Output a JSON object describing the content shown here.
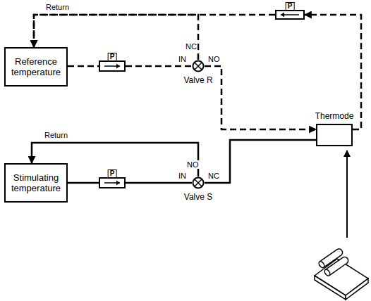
{
  "diagram": {
    "nodes": [
      {
        "text": [
          "P"
        ]
      },
      {
        "text": [
          "Reference temperature"
        ]
      },
      {
        "text": [
          "P"
        ]
      },
      {
        "text": [
          "Valve R"
        ]
      },
      {
        "text": [
          "Thermode"
        ]
      },
      {
        "text": [
          "Stimulating temperature"
        ]
      },
      {
        "text": [
          "P"
        ]
      },
      {
        "text": [
          "Valve S"
        ]
      }
    ],
    "edges": [
      {
        "from": 1,
        "to": 2,
        "arrow": "none"
      },
      {
        "from": 2,
        "to": 3,
        "arrow": "none"
      },
      {
        "from": 3,
        "to": 4,
        "arrow": "to"
      },
      {
        "from": 4,
        "to": 0,
        "arrow": "to"
      },
      {
        "from": 0,
        "to": 1,
        "arrow": "to"
      },
      {
        "from": 3,
        "to": 1,
        "arrow": "to"
      },
      {
        "from": 5,
        "to": 6,
        "arrow": "none"
      },
      {
        "from": 6,
        "to": 7,
        "arrow": "none"
      },
      {
        "from": 7,
        "to": 4,
        "arrow": "none"
      },
      {
        "from": 7,
        "to": 5,
        "arrow": "to"
      }
    ],
    "labels": [
      "Return",
      "NC",
      "IN",
      "NO",
      "Return",
      "NO",
      "IN",
      "NC"
    ]
  }
}
